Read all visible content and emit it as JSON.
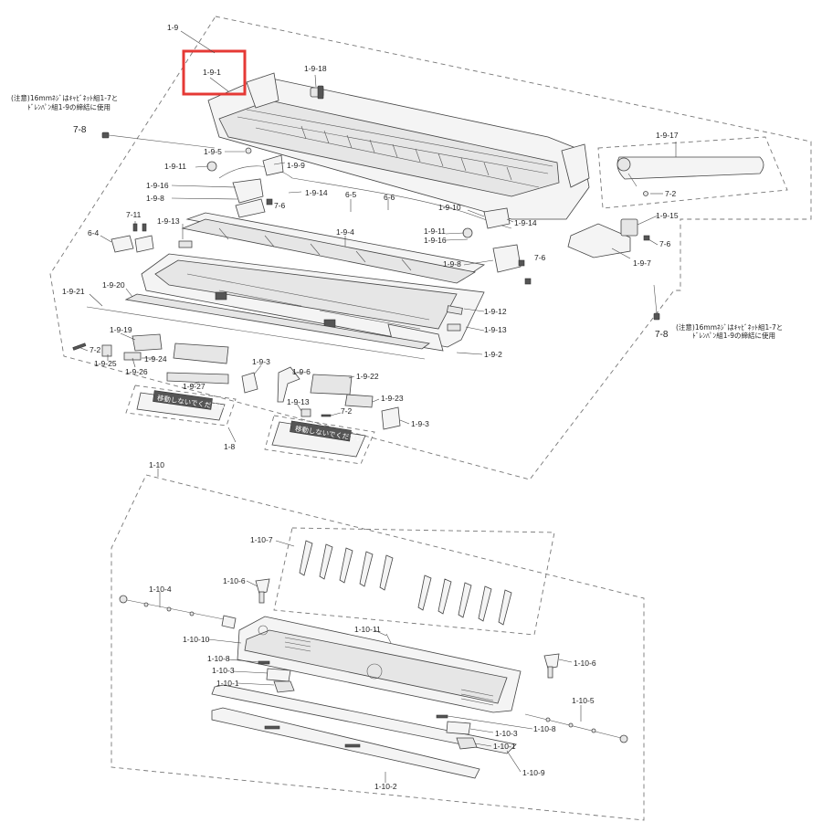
{
  "notes": {
    "left_line1": "(注意)16mmﾈｼﾞはｷｬﾋﾞﾈｯﾄ組1-7と",
    "left_line2": "ﾄﾞﾚﾝﾊﾟﾝ組1-9の締結に使用",
    "right_line1": "(注意)16mmﾈｼﾞはｷｬﾋﾞﾈｯﾄ組1-7と",
    "right_line2": "ﾄﾞﾚﾝﾊﾟﾝ組1-9の締結に使用"
  },
  "sticker_text": "移動しないでください",
  "highlight": {
    "label": "1-9-1",
    "color": "#e53935"
  },
  "labels": {
    "l_1_9": "1-9",
    "l_1_9_1": "1-9-1",
    "l_1_9_18": "1-9-18",
    "l_7_8a": "7-8",
    "l_1_9_5": "1-9-5",
    "l_1_9_11a": "1-9-11",
    "l_1_9_9": "1-9-9",
    "l_1_9_16a": "1-9-16",
    "l_1_9_8a": "1-9-8",
    "l_7_6a": "7-6",
    "l_1_9_14a": "1-9-14",
    "l_6_5": "6-5",
    "l_6_6": "6-6",
    "l_1_9_17": "1-9-17",
    "l_7_2a": "7-2",
    "l_1_9_15": "1-9-15",
    "l_7_6b": "7-6",
    "l_1_9_7": "1-9-7",
    "l_1_9_10": "1-9-10",
    "l_1_9_14b": "1-9-14",
    "l_1_9_11b": "1-9-11",
    "l_1_9_16b": "1-9-16",
    "l_7_6c": "7-6",
    "l_1_9_8b": "1-9-8",
    "l_7_11": "7-11",
    "l_1_9_13a": "1-9-13",
    "l_1_9_4": "1-9-4",
    "l_6_4": "6-4",
    "l_1_9_21": "1-9-21",
    "l_1_9_20": "1-9-20",
    "l_1_9_12": "1-9-12",
    "l_1_9_13b": "1-9-13",
    "l_7_8b": "7-8",
    "l_1_9_19": "1-9-19",
    "l_7_2b": "7-2",
    "l_1_9_24": "1-9-24",
    "l_1_9_25": "1-9-25",
    "l_1_9_26": "1-9-26",
    "l_1_9_2": "1-9-2",
    "l_1_9_27": "1-9-27",
    "l_1_9_3a": "1-9-3",
    "l_1_9_6": "1-9-6",
    "l_1_9_22": "1-9-22",
    "l_1_9_13c": "1-9-13",
    "l_7_2c": "7-2",
    "l_1_9_23": "1-9-23",
    "l_1_9_3b": "1-9-3",
    "l_1_8": "1-8",
    "l_1_10": "1-10",
    "l_1_10_7": "1-10-7",
    "l_1_10_6a": "1-10-6",
    "l_1_10_4": "1-10-4",
    "l_1_10_11": "1-10-11",
    "l_1_10_10": "1-10-10",
    "l_1_10_8a": "1-10-8",
    "l_1_10_3a": "1-10-3",
    "l_1_10_1a": "1-10-1",
    "l_1_10_6b": "1-10-6",
    "l_1_10_5": "1-10-5",
    "l_1_10_3b": "1-10-3",
    "l_1_10_8b": "1-10-8",
    "l_1_10_1b": "1-10-1",
    "l_1_10_9": "1-10-9",
    "l_1_10_2": "1-10-2"
  }
}
